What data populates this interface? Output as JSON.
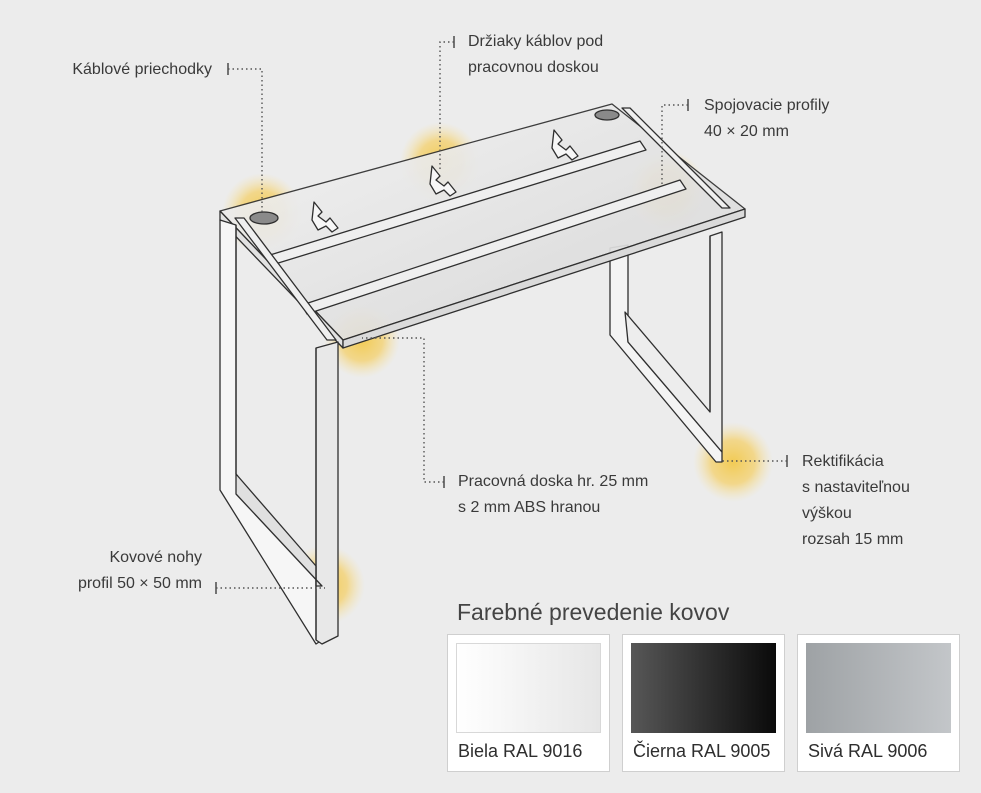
{
  "callouts": {
    "cable_grommets": "Káblové priechodky",
    "cable_holders": [
      "Držiaky káblov pod",
      "pracovnou doskou"
    ],
    "connecting_profiles": [
      "Spojovacie profily",
      "40 × 20 mm"
    ],
    "desktop": [
      "Pracovná doska hr. 25 mm",
      "s 2 mm ABS hranou"
    ],
    "leveling": [
      "Rektifikácia",
      "s nastaviteľnou",
      "výškou",
      "rozsah 15 mm"
    ],
    "legs": [
      "Kovové nohy",
      "profil 50 × 50 mm"
    ]
  },
  "colors": {
    "title": "Farebné prevedenie kovov",
    "swatches": [
      {
        "label": "Biela RAL 9016",
        "from": "#ffffff",
        "to": "#e6e6e6"
      },
      {
        "label": "Čierna RAL 9005",
        "from": "#575757",
        "to": "#0a0a0a"
      },
      {
        "label": "Sivá RAL 9006",
        "from": "#9ea2a5",
        "to": "#c3c6c9"
      }
    ]
  },
  "highlight_color": "#f2c94c"
}
